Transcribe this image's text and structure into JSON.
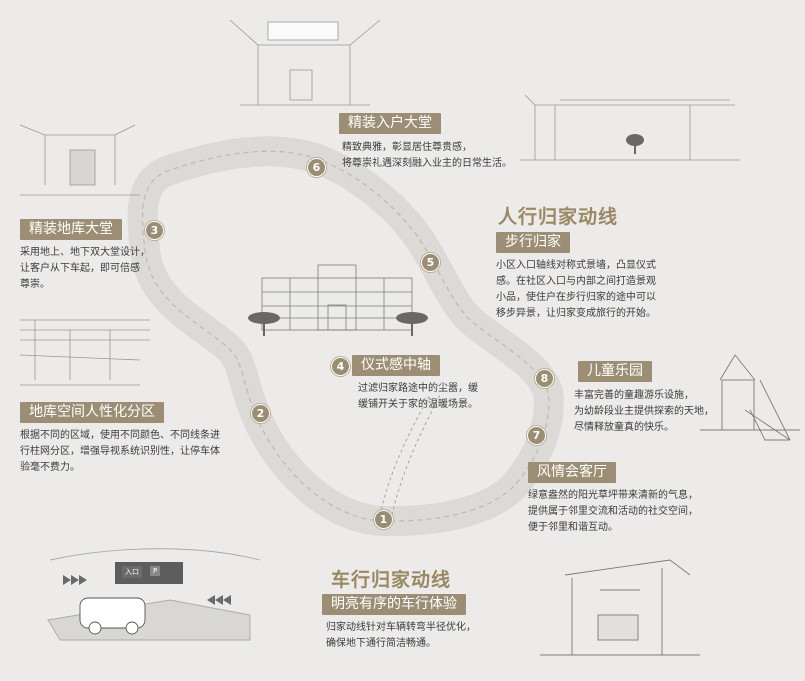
{
  "route_numbers": [
    "1",
    "2",
    "3",
    "4",
    "5",
    "6",
    "7",
    "8"
  ],
  "sections": {
    "lobby": {
      "title": "精装入户大堂",
      "desc": [
        "精致典雅，彰显居住尊贵感，",
        "将尊崇礼遇深刻融入业主的日常生活。"
      ]
    },
    "garage_hall": {
      "title": "精装地库大堂",
      "desc": [
        "采用地上、地下双大堂设计，",
        "让客户从下车起，即可倍感",
        "尊崇。"
      ]
    },
    "garage_zone": {
      "title": "地库空间人性化分区",
      "desc": [
        "根据不同的区域，使用不同颜色、不同线条进",
        "行柱网分区，增强导视系统识别性，让停车体",
        "验毫不费力。"
      ]
    },
    "axis": {
      "title": "仪式感中轴",
      "desc": [
        "过滤归家路途中的尘嚣，缓",
        "缓铺开关于家的温暖场景。"
      ]
    },
    "walk": {
      "heading": "人行归家动线",
      "title": "步行归家",
      "desc": [
        "小区入口轴线对称式景墙，凸显仪式",
        "感。在社区入口与内部之间打造景观",
        "小品，使住户在步行归家的途中可以",
        "移步异景，让归家变成旅行的开始。"
      ]
    },
    "kids": {
      "title": "儿童乐园",
      "desc": [
        "丰富完善的童趣游乐设施，",
        "为幼龄段业主提供探索的天地，",
        "尽情释放童真的快乐。"
      ]
    },
    "lounge": {
      "title": "风情会客厅",
      "desc": [
        "绿意盎然的阳光草坪带来清新的气息，",
        "提供属于邻里交流和活动的社交空间，",
        "便于邻里和谐互动。"
      ]
    },
    "drive": {
      "heading": "车行归家动线",
      "title": "明亮有序的车行体验",
      "desc": [
        "归家动线针对车辆转弯半径优化，",
        "确保地下通行简洁畅通。"
      ]
    }
  },
  "garage_sign": {
    "entry": "入口",
    "parking": "P"
  },
  "colors": {
    "accent": "#9c8e74",
    "heading": "#9a8863",
    "background": "#ecebea",
    "route": "#dcdad6"
  }
}
